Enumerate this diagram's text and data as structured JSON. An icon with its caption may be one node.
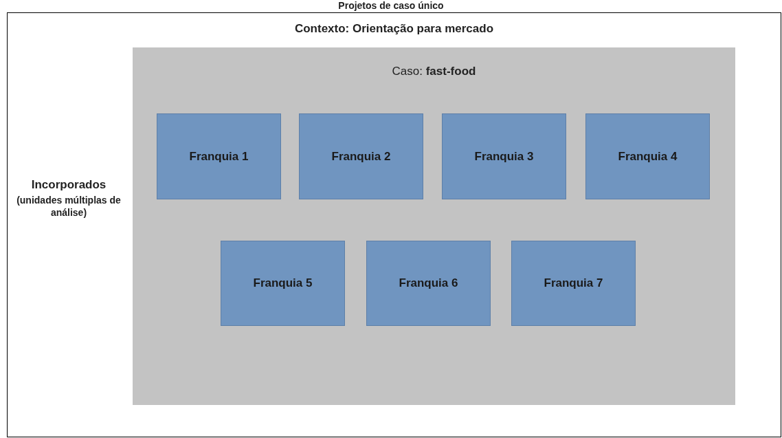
{
  "diagram": {
    "title": "Projetos de caso único",
    "nodes": [
      {
        "text": [
          "Contexto: Orientação para mercado"
        ]
      },
      {
        "text": [
          "Caso: **fast-food**"
        ],
        "in": 0
      },
      {
        "text": [
          "Franquia 1"
        ],
        "in": 1
      },
      {
        "text": [
          "Franquia 2"
        ],
        "in": 1
      },
      {
        "text": [
          "Franquia 3"
        ],
        "in": 1
      },
      {
        "text": [
          "Franquia 4"
        ],
        "in": 1
      },
      {
        "text": [
          "Franquia 5"
        ],
        "in": 1
      },
      {
        "text": [
          "Franquia 6"
        ],
        "in": 1
      },
      {
        "text": [
          "Franquia 7"
        ],
        "in": 1
      }
    ],
    "labels": [
      "Incorporados",
      "(unidades múltiplas de análise)"
    ]
  }
}
